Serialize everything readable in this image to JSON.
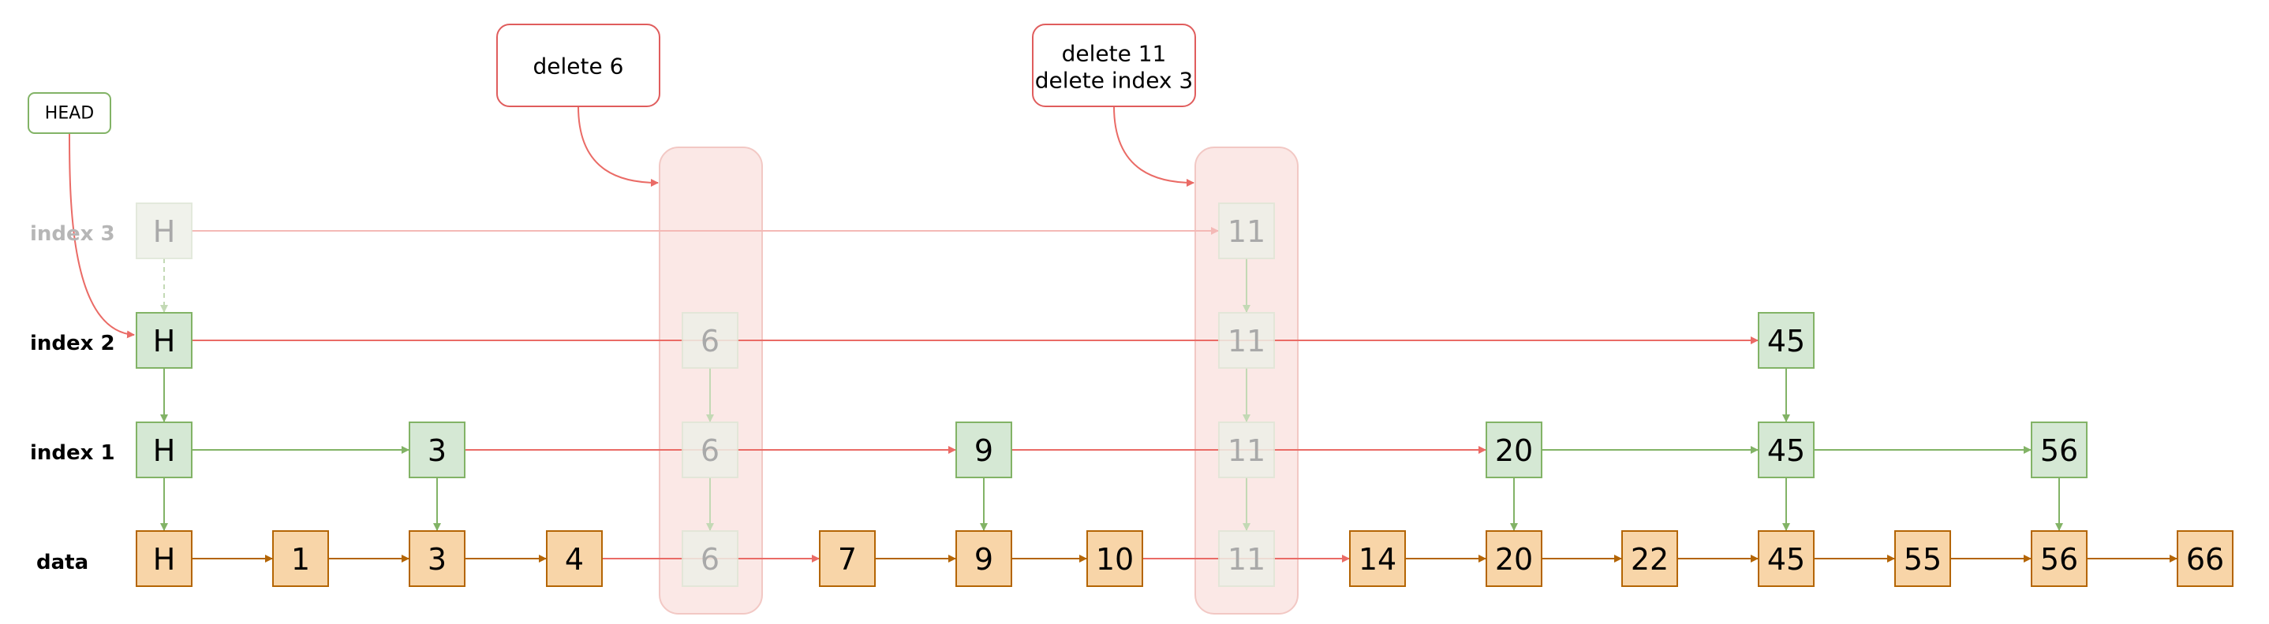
{
  "head_label": "HEAD",
  "callouts": {
    "delete_6": [
      "delete 6"
    ],
    "delete_11": [
      "delete 11",
      "delete index 3"
    ]
  },
  "rows": {
    "index3": {
      "label": "index 3",
      "state": "deleted"
    },
    "index2": {
      "label": "index 2"
    },
    "index1": {
      "label": "index 1"
    },
    "data": {
      "label": "data"
    }
  },
  "nodes": {
    "index3": [
      {
        "value": "H",
        "state": "deleted"
      },
      {
        "value": "11",
        "state": "deleted"
      }
    ],
    "index2": [
      {
        "value": "H",
        "state": "normal"
      },
      {
        "value": "6",
        "state": "deleted"
      },
      {
        "value": "11",
        "state": "deleted"
      },
      {
        "value": "45",
        "state": "normal"
      }
    ],
    "index1": [
      {
        "value": "H",
        "state": "normal"
      },
      {
        "value": "3",
        "state": "normal"
      },
      {
        "value": "6",
        "state": "deleted"
      },
      {
        "value": "9",
        "state": "normal"
      },
      {
        "value": "11",
        "state": "deleted"
      },
      {
        "value": "20",
        "state": "normal"
      },
      {
        "value": "45",
        "state": "normal"
      },
      {
        "value": "56",
        "state": "normal"
      }
    ],
    "data": [
      {
        "value": "H",
        "state": "normal"
      },
      {
        "value": "1",
        "state": "normal"
      },
      {
        "value": "3",
        "state": "normal"
      },
      {
        "value": "4",
        "state": "normal"
      },
      {
        "value": "6",
        "state": "deleted"
      },
      {
        "value": "7",
        "state": "normal"
      },
      {
        "value": "9",
        "state": "normal"
      },
      {
        "value": "10",
        "state": "normal"
      },
      {
        "value": "11",
        "state": "deleted"
      },
      {
        "value": "14",
        "state": "normal"
      },
      {
        "value": "20",
        "state": "normal"
      },
      {
        "value": "22",
        "state": "normal"
      },
      {
        "value": "45",
        "state": "normal"
      },
      {
        "value": "55",
        "state": "normal"
      },
      {
        "value": "56",
        "state": "normal"
      },
      {
        "value": "66",
        "state": "normal"
      }
    ]
  },
  "colors": {
    "index_node_fill": "#d5e8d4",
    "index_node_stroke": "#82b366",
    "data_node_fill": "#f8d5a8",
    "data_node_stroke": "#b46504",
    "deleted_node_fill": "#eef0e8",
    "deleted_node_stroke": "#dfe6d6",
    "deleted_text": "#a9a9a9",
    "redirect_arrow": "#ea6b66",
    "index_arrow": "#82b366",
    "data_arrow": "#b46504",
    "band_fill": "#fbe8e6",
    "band_stroke": "#f2c8c4",
    "callout_stroke": "#e05d5d",
    "head_stroke": "#82b366"
  }
}
